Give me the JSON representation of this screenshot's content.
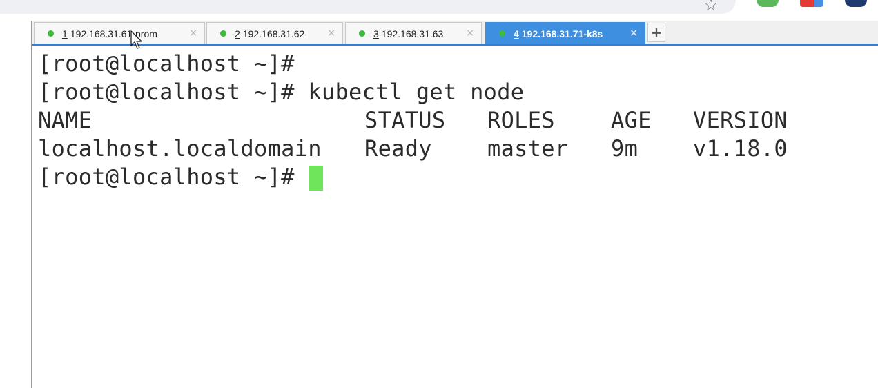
{
  "tabs": [
    {
      "number": "1",
      "title": "192.168.31.61-prom",
      "close": "×",
      "active": false
    },
    {
      "number": "2",
      "title": "192.168.31.62",
      "close": "×",
      "active": false
    },
    {
      "number": "3",
      "title": "192.168.31.63",
      "close": "×",
      "active": false
    },
    {
      "number": "4",
      "title": "192.168.31.71-k8s",
      "close": "×",
      "active": true
    }
  ],
  "new_tab_label": "+",
  "browser": {
    "star": "☆"
  },
  "terminal": {
    "line1": "[root@localhost ~]#",
    "line2": "[root@localhost ~]# kubectl get node",
    "table": {
      "headers": [
        "NAME",
        "STATUS",
        "ROLES",
        "AGE",
        "VERSION"
      ],
      "rows": [
        [
          "localhost.localdomain",
          "Ready",
          "master",
          "9m",
          "v1.18.0"
        ]
      ]
    },
    "prompt": "[root@localhost ~]# "
  },
  "colors": {
    "active_tab": "#3f8fe0",
    "status_dot": "#3dbb3d",
    "cursor": "#6ee55a"
  }
}
